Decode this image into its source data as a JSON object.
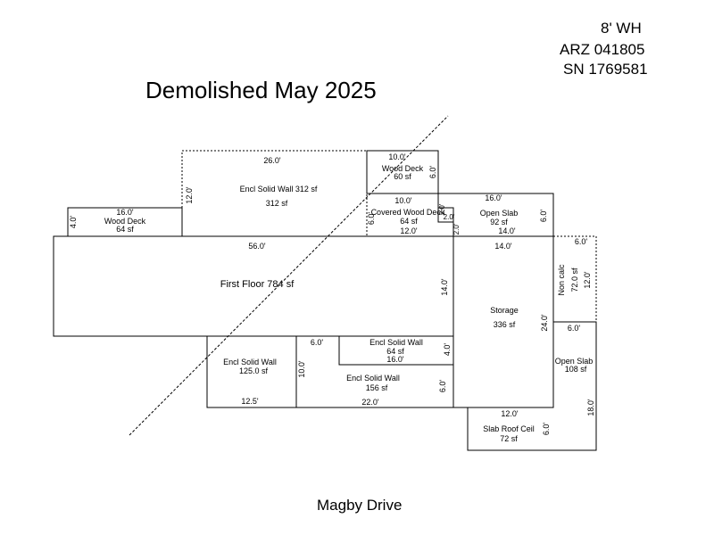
{
  "header": {
    "wall_height": "8' WH",
    "arz": "ARZ 041805",
    "sn": "SN 1769581"
  },
  "title": "Demolished  May 2025",
  "street": "Magby Drive",
  "sketch": {
    "first_floor": {
      "label": "First Floor 784 sf",
      "dim_top": "56.0'",
      "dim_right": "14.0'"
    },
    "encl_upper": {
      "label1": "Encl Solid Wall 312 sf",
      "label2": "312 sf",
      "dim_top": "26.0'",
      "dim_left": "12.0'"
    },
    "wood_deck_left": {
      "name": "Wood Deck",
      "area": "64 sf",
      "dim_top": "16.0'",
      "dim_left": "4.0'"
    },
    "wood_deck_top": {
      "name": "Wood Deck",
      "area": "60 sf",
      "dim_top": "10.0'",
      "dim_right": "6.0'"
    },
    "covered_deck": {
      "name": "Covered Wood Deck",
      "area": "64 sf",
      "dim_top": "10.0'",
      "dim_bottom": "12.0'",
      "dim_left": "6.0'",
      "dim_notch_v": "2.0'",
      "dim_notch_h": "2.0'",
      "dim_notch_v2": "2.0'"
    },
    "open_slab_top": {
      "name": "Open Slab",
      "area": "92 sf",
      "dim_top": "16.0'",
      "dim_bottom": "14.0'",
      "dim_right": "6.0'"
    },
    "storage": {
      "name": "Storage",
      "area": "336 sf",
      "dim_top": "14.0'",
      "dim_right": "24.0'"
    },
    "non_calc": {
      "name": "Non calc",
      "area": "72.0 sf",
      "dim_top": "6.0'",
      "dim_right": "12.0'"
    },
    "open_slab_right": {
      "name": "Open Slab",
      "area": "108 sf",
      "dim_top": "6.0'",
      "dim_right": "18.0'"
    },
    "slab_roof": {
      "name": "Slab Roof Ceil",
      "area": "72 sf",
      "dim_top": "12.0'",
      "dim_right": "6.0'"
    },
    "encl_left": {
      "name": "Encl Solid Wall",
      "area": "125.0 sf",
      "dim_bottom": "12.5'",
      "dim_right": "10.0'"
    },
    "encl_mid_top": {
      "name": "Encl Solid Wall",
      "area": "64 sf",
      "dim_top": "6.0'",
      "dim_bottom": "16.0'",
      "dim_right": "4.0'"
    },
    "encl_mid_bottom": {
      "name": "Encl Solid Wall",
      "area": "156 sf",
      "dim_bottom": "22.0'",
      "dim_right": "6.0'"
    }
  }
}
